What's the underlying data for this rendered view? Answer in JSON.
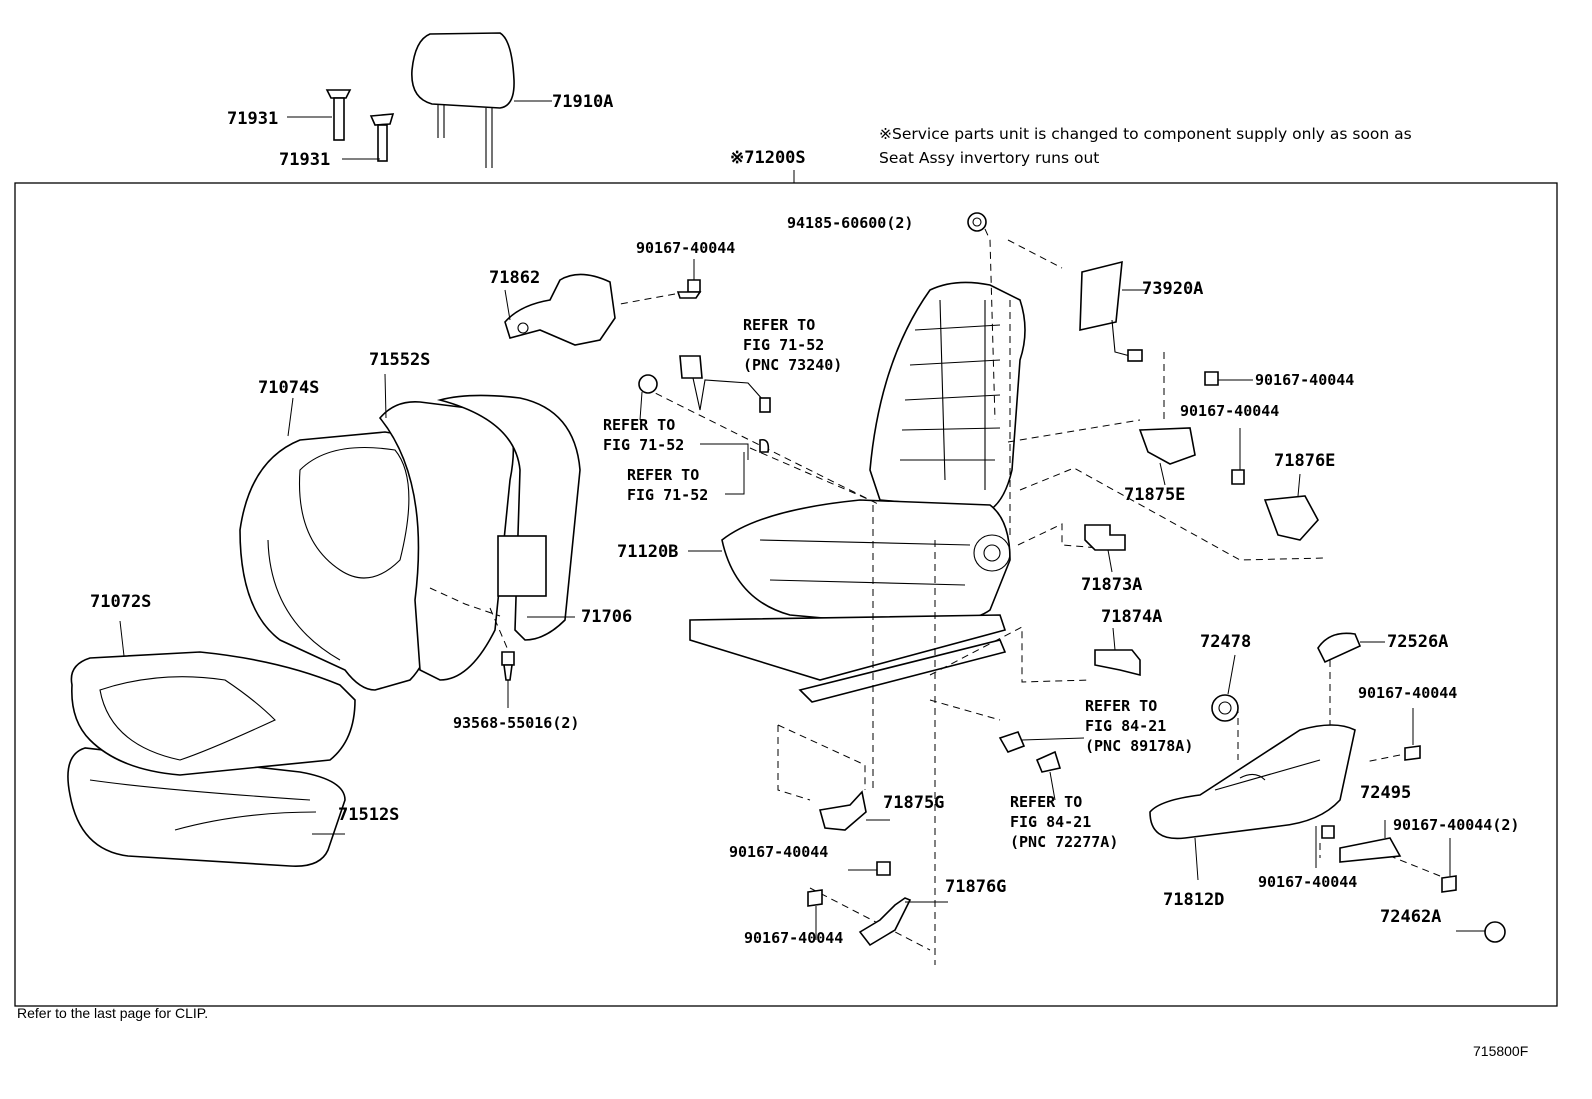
{
  "assembly_label": "※71200S",
  "note": {
    "line1": "※Service parts unit is changed to component supply only as soon as",
    "line2": "Seat Assy invertory runs out"
  },
  "footer_note": "Refer to the last page for CLIP.",
  "figure_id": "715800F",
  "parts": {
    "p71931_a": "71931",
    "p71931_b": "71931",
    "p71910A": "71910A",
    "p94185": "94185-60600(2)",
    "p90167_top": "90167-40044",
    "p71862": "71862",
    "p73920A": "73920A",
    "p90167_r1": "90167-40044",
    "p90167_r2": "90167-40044",
    "p71876E": "71876E",
    "p71875E": "71875E",
    "p71552S": "71552S",
    "p71074S": "71074S",
    "p71120B": "71120B",
    "p71873A": "71873A",
    "p71072S": "71072S",
    "p71706": "71706",
    "p71874A": "71874A",
    "p72478": "72478",
    "p72526A": "72526A",
    "p93568": "93568-55016(2)",
    "p90167_r3": "90167-40044",
    "p71875G": "71875G",
    "p72495": "72495",
    "p90167_r4": "90167-40044(2)",
    "p71512S": "71512S",
    "p90167_b1": "90167-40044",
    "p90167_b2": "90167-40044",
    "p71812D": "71812D",
    "p71876G": "71876G",
    "p90167_b3": "90167-40044",
    "p72462A": "72462A"
  },
  "refers": {
    "r1": {
      "l1": "REFER TO",
      "l2": "FIG 71-52",
      "l3": "(PNC 73240)"
    },
    "r2": {
      "l1": "REFER TO",
      "l2": "FIG 71-52"
    },
    "r3": {
      "l1": "REFER TO",
      "l2": "FIG 71-52"
    },
    "r4": {
      "l1": "REFER TO",
      "l2": "FIG 84-21",
      "l3": "(PNC 89178A)"
    },
    "r5": {
      "l1": "REFER TO",
      "l2": "FIG 84-21",
      "l3": "(PNC 72277A)"
    }
  }
}
